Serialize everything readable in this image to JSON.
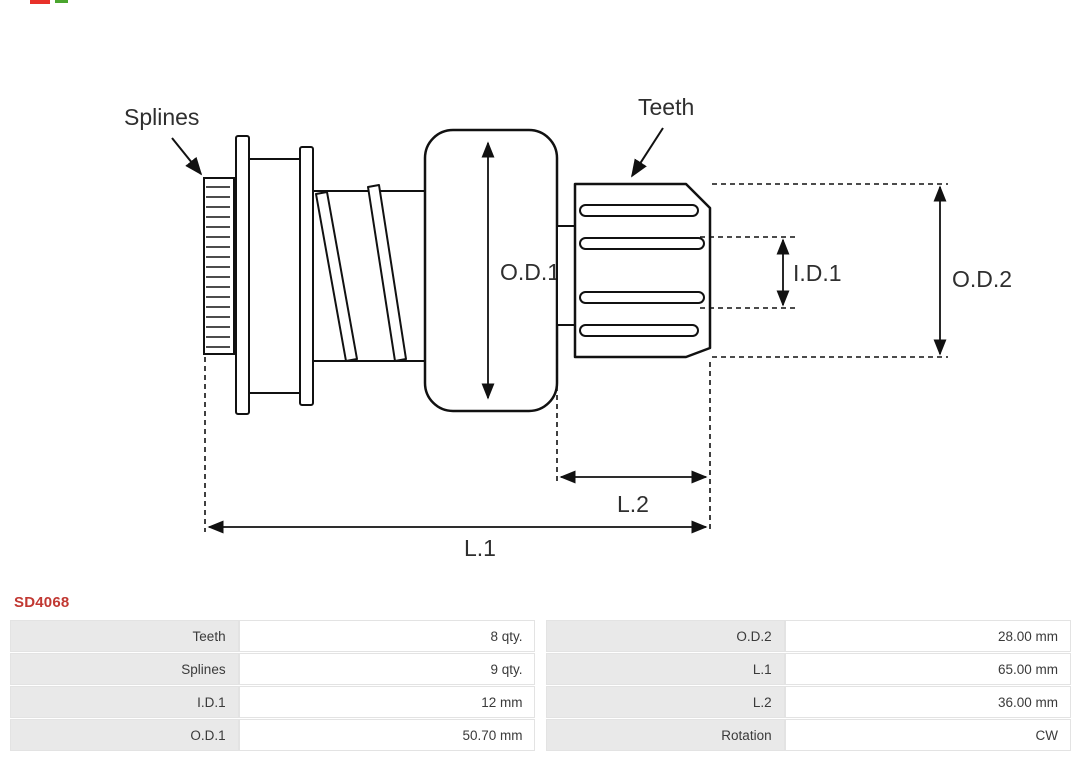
{
  "brand": {
    "logo_colors": {
      "red": "#e8312a",
      "green": "#4aa52e"
    }
  },
  "part_number": {
    "text": "SD4068",
    "color": "#c13832"
  },
  "diagram": {
    "labels": {
      "splines": "Splines",
      "teeth": "Teeth",
      "od1": "O.D.1",
      "od2": "O.D.2",
      "id1": "I.D.1",
      "l2": "L.2",
      "l1": "L.1"
    }
  },
  "spec_table": {
    "left_rows": [
      {
        "label": "Teeth",
        "value": "8 qty."
      },
      {
        "label": "Splines",
        "value": "9 qty."
      },
      {
        "label": "I.D.1",
        "value": "12 mm"
      },
      {
        "label": "O.D.1",
        "value": "50.70 mm"
      }
    ],
    "right_rows": [
      {
        "label": "O.D.2",
        "value": "28.00 mm"
      },
      {
        "label": "L.1",
        "value": "65.00 mm"
      },
      {
        "label": "L.2",
        "value": "36.00 mm"
      },
      {
        "label": "Rotation",
        "value": "CW"
      }
    ]
  }
}
